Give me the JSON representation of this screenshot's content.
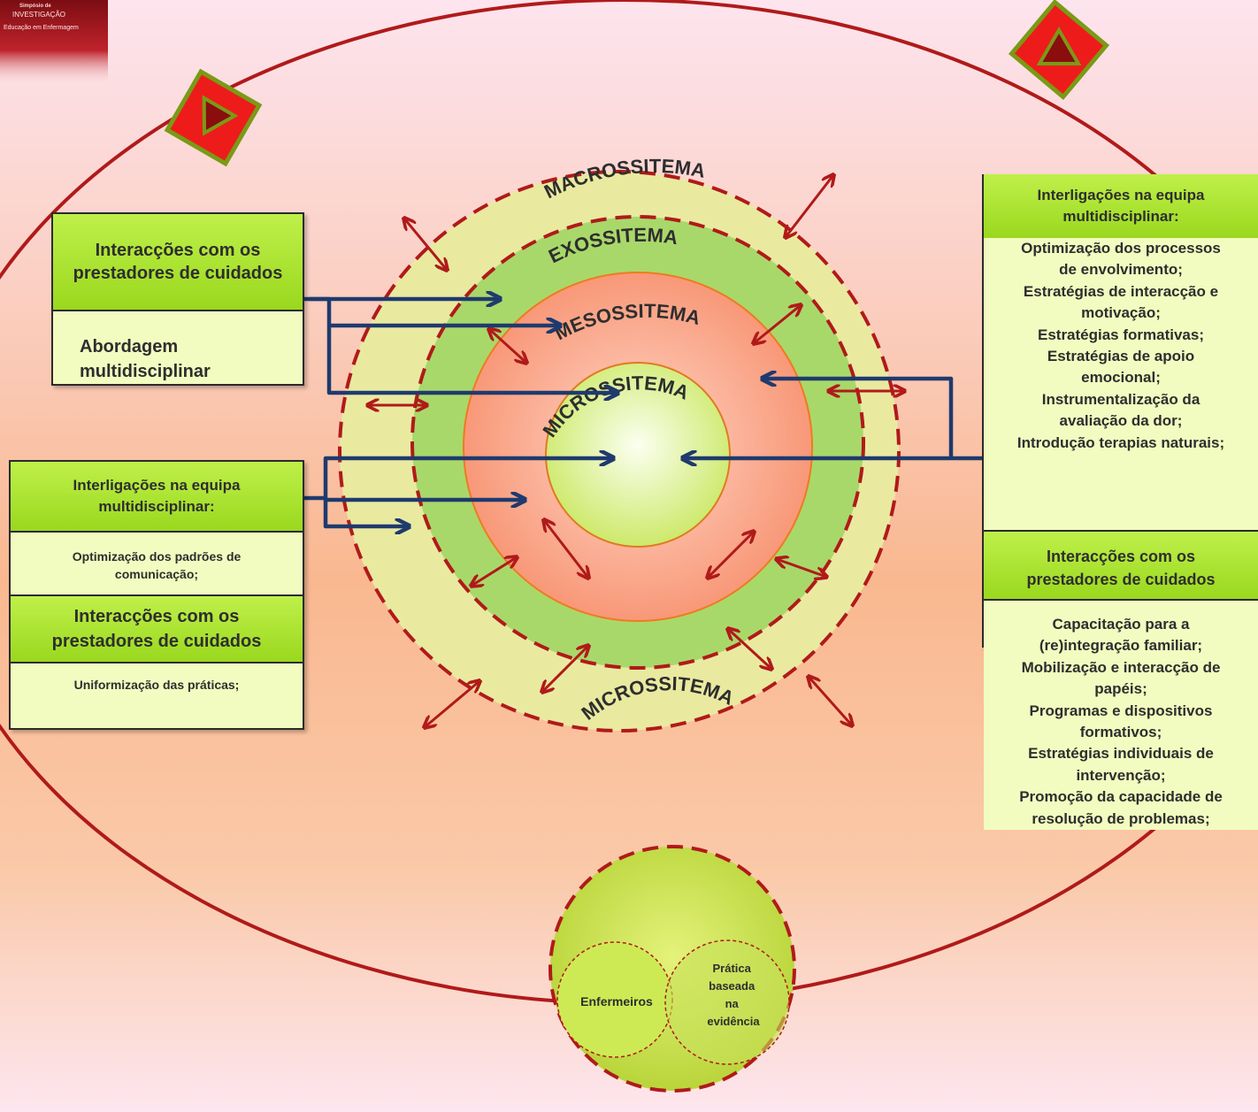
{
  "rings": {
    "macro": "MACROSSITEMA",
    "exo": "EXOSSITEMA",
    "meso": "MESOSSITEMA",
    "micro": "MICROSSITEMA"
  },
  "bottom_micro": {
    "title": "MICROSSITEMA",
    "left_circle": "Enfermeiros",
    "right_circle": [
      "Prática",
      "baseada",
      "na",
      "evidência"
    ]
  },
  "left_top_box": {
    "header": [
      "Interacções com os",
      "prestadores de cuidados"
    ],
    "body": [
      "Abordagem",
      "multidisciplinar"
    ]
  },
  "left_bottom_box": {
    "header1": [
      "Interligações na equipa",
      "multidisciplinar:"
    ],
    "body1": [
      "Optimização dos padrões de",
      "comunicação;"
    ],
    "header2": [
      "Interacções com os",
      "prestadores de cuidados"
    ],
    "body2": "Uniformização das práticas;"
  },
  "right_box": {
    "header1": [
      "Interligações na equipa",
      "multidisciplinar:"
    ],
    "items1": [
      "Optimização dos processos",
      "de envolvimento;",
      "Estratégias de interacção e",
      "motivação;",
      "Estratégias formativas;",
      "Estratégias de apoio",
      "emocional;",
      "Instrumentalização da",
      "avaliação da dor;",
      "Introdução terapias naturais;"
    ],
    "header2": [
      "Interacções com os",
      "prestadores de cuidados"
    ],
    "items2": [
      "Capacitação para a",
      "(re)integração familiar;",
      "Mobilização e interacção de",
      "papéis;",
      "Programas e dispositivos",
      "formativos;",
      "Estratégias individuais de",
      "intervenção;",
      "Promoção da capacidade de",
      "resolução de problemas;"
    ]
  },
  "colors": {
    "orbit": "#b01a1a",
    "arrow_red": "#b01a1a",
    "arrow_navy": "#1f3a6e",
    "ring_macro": "#e9eaa0",
    "ring_exo": "#a9d86a",
    "ring_meso": "#f9a58c",
    "ring_micro": "#e6f6a8",
    "box_header": "#a8e02a",
    "box_body": "#f2fcc0"
  },
  "logo": [
    "Simpósio de",
    "INVESTIGAÇÃO",
    "Educação em Enfermagem"
  ]
}
